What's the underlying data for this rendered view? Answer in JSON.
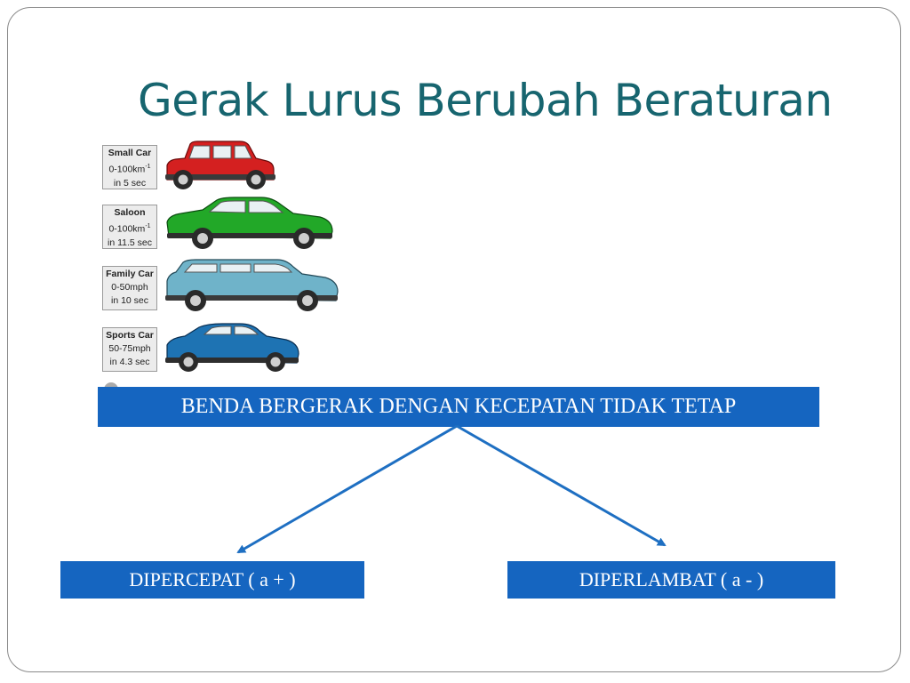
{
  "slide": {
    "title": "Gerak Lurus Berubah Beraturan"
  },
  "cars": [
    {
      "name": "Small Car",
      "line1": "0-100km",
      "sup": "-1",
      "line2": "in 5 sec",
      "color": "#d42020"
    },
    {
      "name": "Saloon",
      "line1": "0-100km",
      "sup": "-1",
      "line2": "in 11.5 sec",
      "color": "#22a828"
    },
    {
      "name": "Family Car",
      "line1": "0-50mph",
      "sup": "",
      "line2": "in 10 sec",
      "color": "#6fb3c9"
    },
    {
      "name": "Sports Car",
      "line1": "50-75mph",
      "sup": "",
      "line2": "in 4.3 sec",
      "color": "#1e73b3"
    }
  ],
  "diagram": {
    "main": "BENDA BERGERAK DENGAN KECEPATAN TIDAK TETAP",
    "left": "DIPERCEPAT ( a + )",
    "right": "DIPERLAMBAT ( a - )",
    "box_color": "#1565c0",
    "arrow_color": "#1e6fc2"
  }
}
